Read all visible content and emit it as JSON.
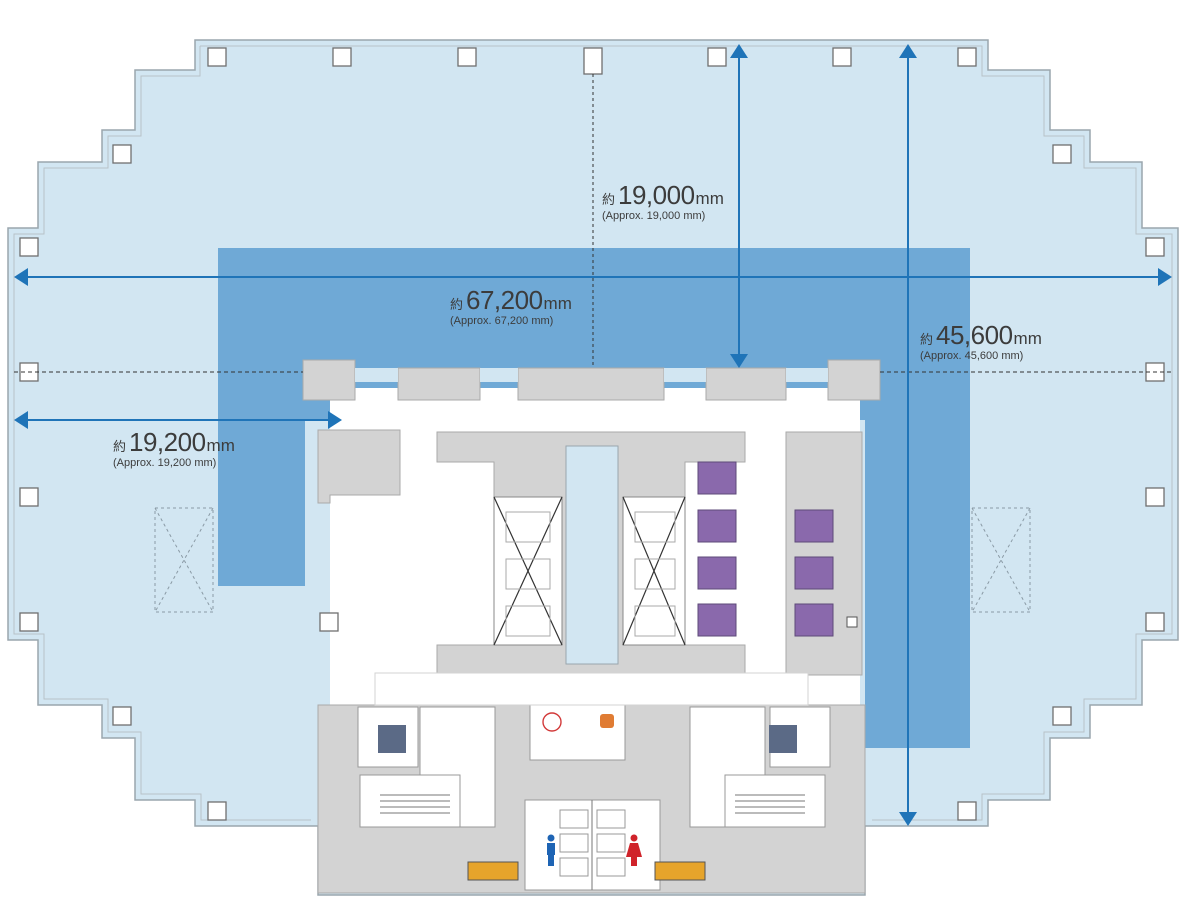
{
  "dimensions": {
    "depth_core": {
      "prefix": "約",
      "value": "19,000",
      "unit": "mm",
      "approx": "(Approx. 19,000 mm)"
    },
    "width_total": {
      "prefix": "約",
      "value": "67,200",
      "unit": "mm",
      "approx": "(Approx. 67,200 mm)"
    },
    "depth_total": {
      "prefix": "約",
      "value": "45,600",
      "unit": "mm",
      "approx": "(Approx. 45,600 mm)"
    },
    "depth_side": {
      "prefix": "約",
      "value": "19,200",
      "unit": "mm",
      "approx": "(Approx. 19,200 mm)"
    }
  },
  "colors": {
    "office_light": "#d2e6f2",
    "office_dark": "#6fa9d6",
    "core": "#d3d3d3",
    "corridor": "#ffffff",
    "arrow": "#1f74b8",
    "toilet_stall": "#8a69ac",
    "elevator_hall": "#5b6a86",
    "storage": "#e6a42b",
    "male_sign": "#1e64b4",
    "female_sign": "#d0232a"
  },
  "icons": [
    "column-icon",
    "elevator-shaft-icon",
    "stairs-icon",
    "male-restroom-icon",
    "female-restroom-icon",
    "multipurpose-restroom-icon",
    "kitchenette-icon",
    "door-swing-icon",
    "dimension-arrow-icon"
  ]
}
